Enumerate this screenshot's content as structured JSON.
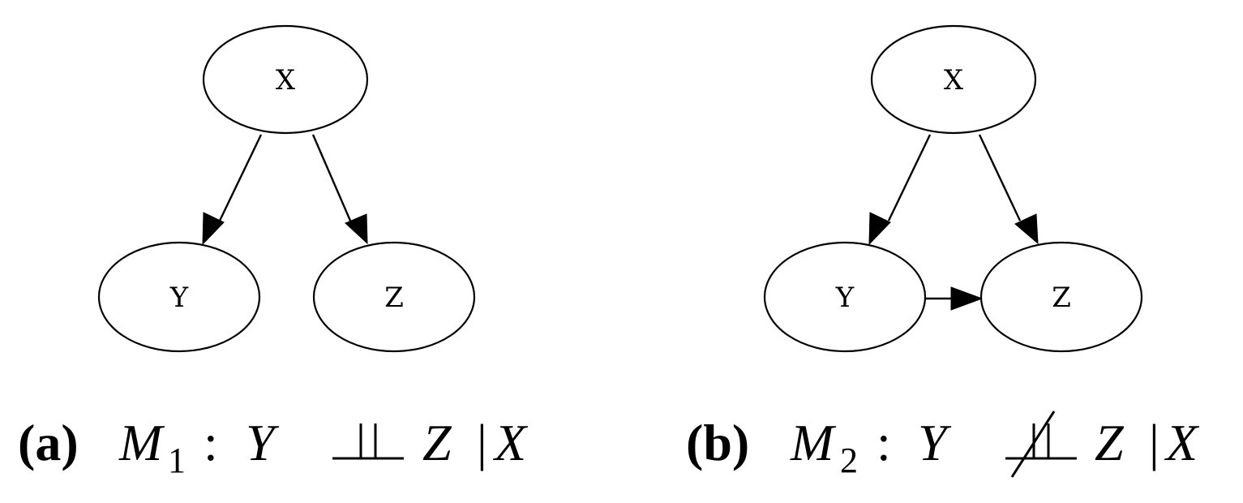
{
  "panels": [
    {
      "id": "a",
      "nodes": {
        "top": {
          "label": "X"
        },
        "left": {
          "label": "Y"
        },
        "right": {
          "label": "Z"
        }
      },
      "edges": [
        "X->Y",
        "X->Z"
      ],
      "caption": {
        "tag": "(a)",
        "model": "M",
        "model_sub": "1",
        "colon": ":",
        "var1": "Y",
        "relation": "independent",
        "var2": "Z",
        "bar": "|",
        "given": "X"
      }
    },
    {
      "id": "b",
      "nodes": {
        "top": {
          "label": "X"
        },
        "left": {
          "label": "Y"
        },
        "right": {
          "label": "Z"
        }
      },
      "edges": [
        "X->Y",
        "X->Z",
        "Y->Z"
      ],
      "caption": {
        "tag": "(b)",
        "model": "M",
        "model_sub": "2",
        "colon": ":",
        "var1": "Y",
        "relation": "not-independent",
        "var2": "Z",
        "bar": "|",
        "given": "X"
      }
    }
  ]
}
